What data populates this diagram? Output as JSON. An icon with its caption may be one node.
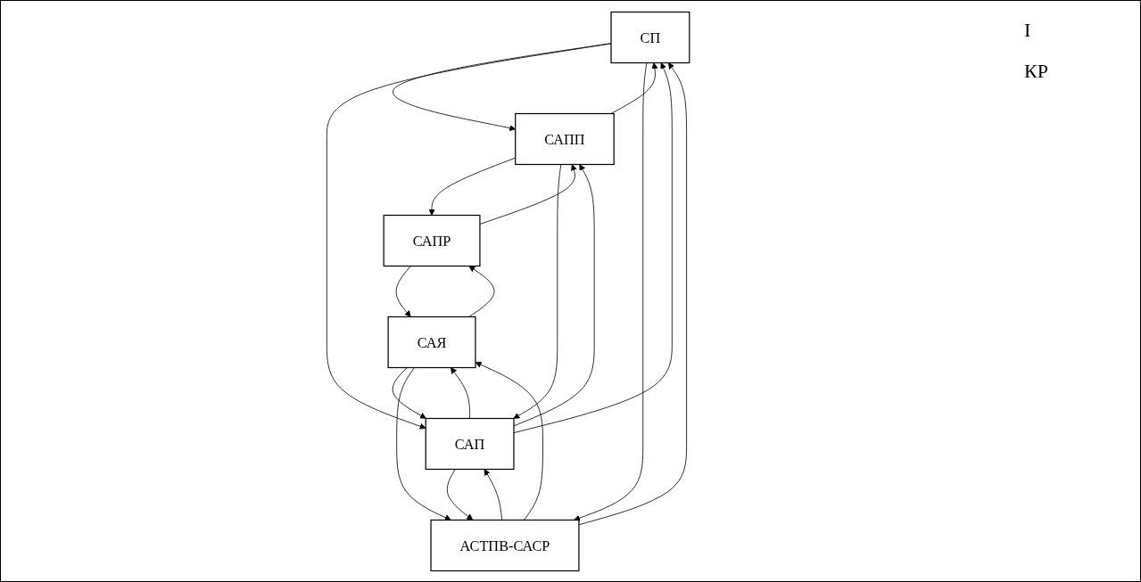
{
  "diagram": {
    "nodes": [
      {
        "text": [
          "СП"
        ]
      },
      {
        "text": [
          "САПП"
        ]
      },
      {
        "text": [
          "САПР"
        ]
      },
      {
        "text": [
          "САП"
        ]
      },
      {
        "text": [
          "САЯ"
        ]
      },
      {
        "text": [
          "АСТПВ-САСР"
        ]
      }
    ],
    "edges": [
      {
        "from": 1,
        "to": 0,
        "arrow": "to"
      },
      {
        "from": 0,
        "to": 1,
        "arrow": "to"
      },
      {
        "from": 2,
        "to": 1,
        "arrow": "to"
      },
      {
        "from": 1,
        "to": 2,
        "arrow": "to"
      },
      {
        "from": 1,
        "to": 3,
        "arrow": "to"
      },
      {
        "from": 3,
        "to": 1,
        "arrow": "to"
      },
      {
        "from": 2,
        "to": 4,
        "arrow": "to"
      },
      {
        "from": 4,
        "to": 2,
        "arrow": "to"
      },
      {
        "from": 3,
        "to": 0,
        "arrow": "to"
      },
      {
        "from": 0,
        "to": 3,
        "arrow": "to"
      },
      {
        "from": 4,
        "to": 3,
        "arrow": "to"
      },
      {
        "from": 3,
        "to": 4,
        "arrow": "to"
      },
      {
        "from": 0,
        "to": 5,
        "arrow": "to"
      },
      {
        "from": 5,
        "to": 0,
        "arrow": "to"
      },
      {
        "from": 3,
        "to": 5,
        "arrow": "to"
      },
      {
        "from": 5,
        "to": 3,
        "arrow": "to"
      },
      {
        "from": 4,
        "to": 5,
        "arrow": "to"
      },
      {
        "from": 5,
        "to": 4,
        "arrow": "to"
      }
    ],
    "labels": [
      "I",
      "КР"
    ]
  }
}
